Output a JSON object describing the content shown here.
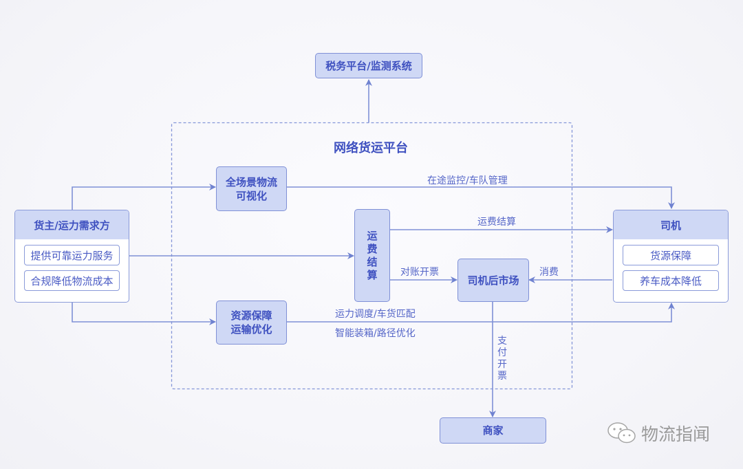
{
  "diagram": {
    "top_system": "税务平台/监测系统",
    "platform": {
      "title": "网络货运平台"
    },
    "shipper": {
      "title": "货主/运力需求方",
      "items": [
        "提供可靠运力服务",
        "合规降低物流成本"
      ]
    },
    "driver": {
      "title": "司机",
      "items": [
        "货源保障",
        "养车成本降低"
      ]
    },
    "nodes": {
      "visualization": "全场景物流可视化",
      "visualization_line1": "全场景物流",
      "visualization_line2": "可视化",
      "freight_settlement": "运费结算",
      "driver_aftermarket": "司机后市场",
      "resource": "资源保障运输优化",
      "resource_line1": "资源保障",
      "resource_line2": "运输优化",
      "merchant": "商家"
    },
    "edge_labels": {
      "monitoring": "在途监控/车队管理",
      "settlement": "运费结算",
      "reconcile": "对账开票",
      "consume": "消费",
      "dispatch": "运力调度/车货匹配",
      "packing": "智能装箱/路径优化",
      "pay_invoice": "支付开票"
    },
    "colors": {
      "node_fill": "#cfd8f5",
      "border": "#7f90d6",
      "text": "#3f51c0",
      "line": "#7f90d6"
    }
  },
  "watermark": {
    "text": "物流指闻",
    "icon": "wechat-icon"
  }
}
